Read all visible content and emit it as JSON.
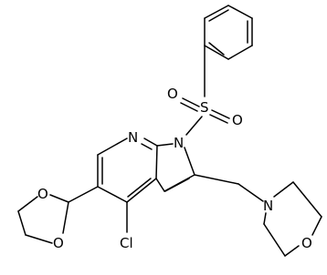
{
  "structure": {
    "atoms": {
      "sulfur": "S",
      "sulfonyl_oxygen_left": "O",
      "sulfonyl_oxygen_right": "O",
      "pyrrole_nitrogen": "N",
      "pyridine_nitrogen": "N",
      "chlorine": "Cl",
      "dioxolane_oxygen_top": "O",
      "dioxolane_oxygen_bottom": "O",
      "morpholine_nitrogen": "N",
      "morpholine_oxygen": "O"
    },
    "colors": {
      "ink": "#000000",
      "background": "#ffffff"
    }
  }
}
